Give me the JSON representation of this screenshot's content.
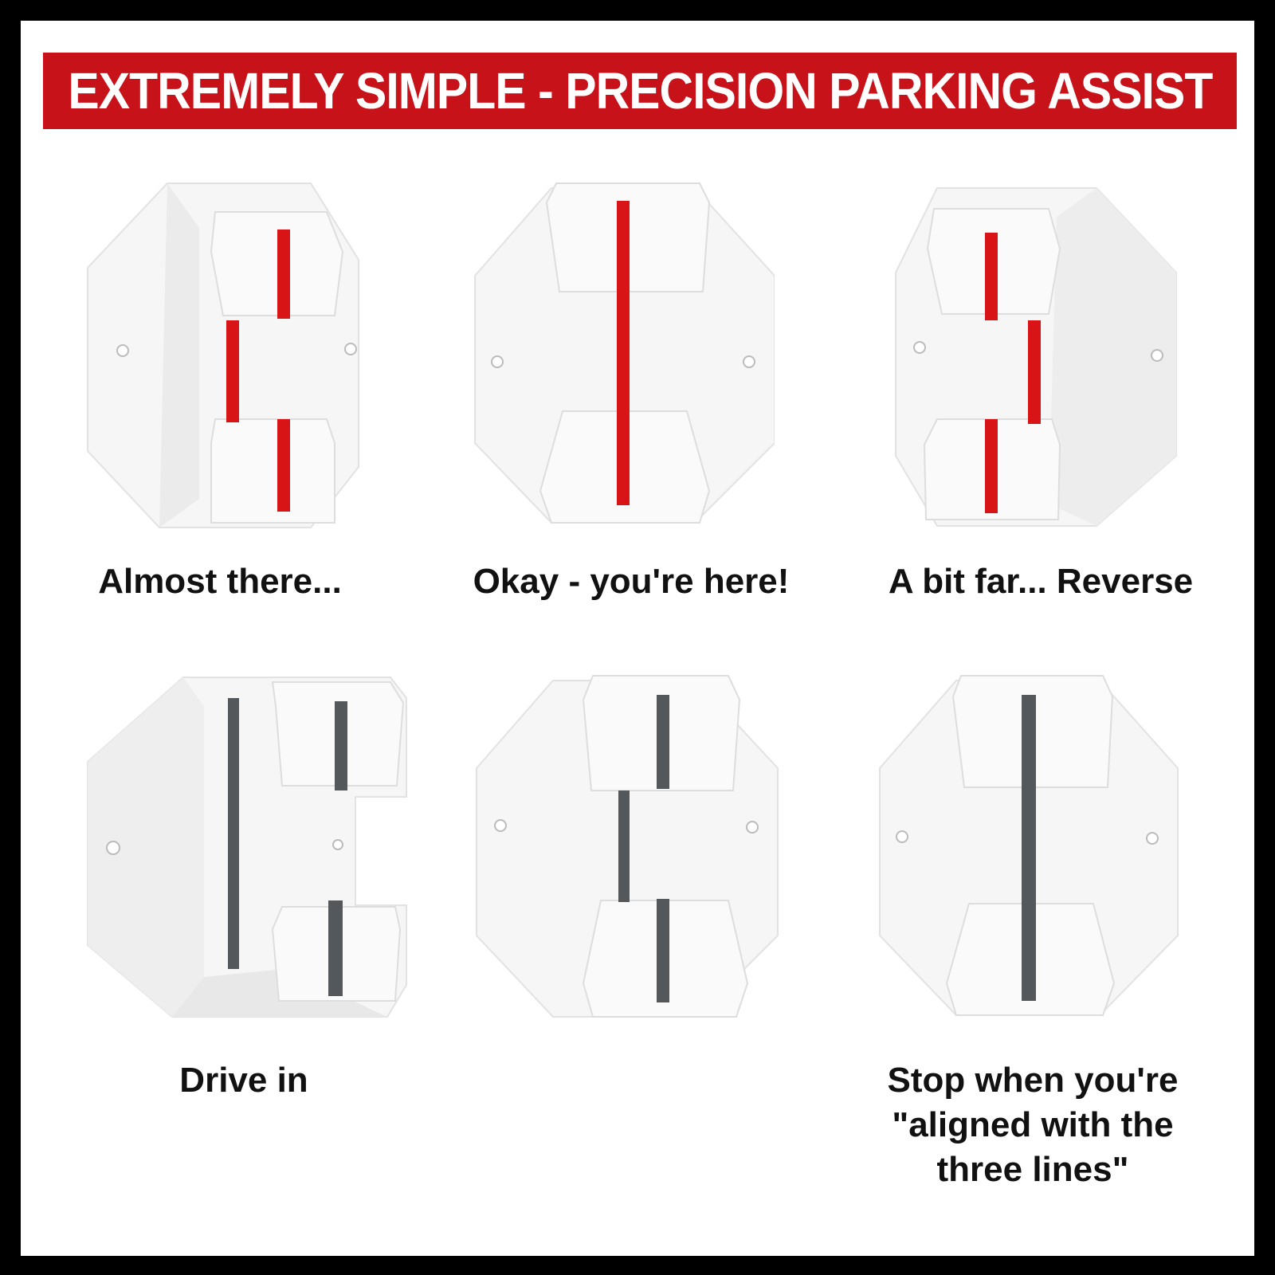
{
  "banner": {
    "title": "EXTREMELY SIMPLE - PRECISION PARKING ASSIST"
  },
  "colors": {
    "banner": "#c8121a",
    "red_line": "#d81416",
    "gray_line": "#55585a",
    "device": "#f7f7f7"
  },
  "captions": {
    "almost_there": "Almost there...",
    "okay_here": "Okay - you're here!",
    "bit_far": "A bit far... Reverse",
    "drive_in": "Drive in",
    "stop_line1": "Stop when you're",
    "stop_line2": "\"aligned with the",
    "stop_line3": "three lines\""
  }
}
